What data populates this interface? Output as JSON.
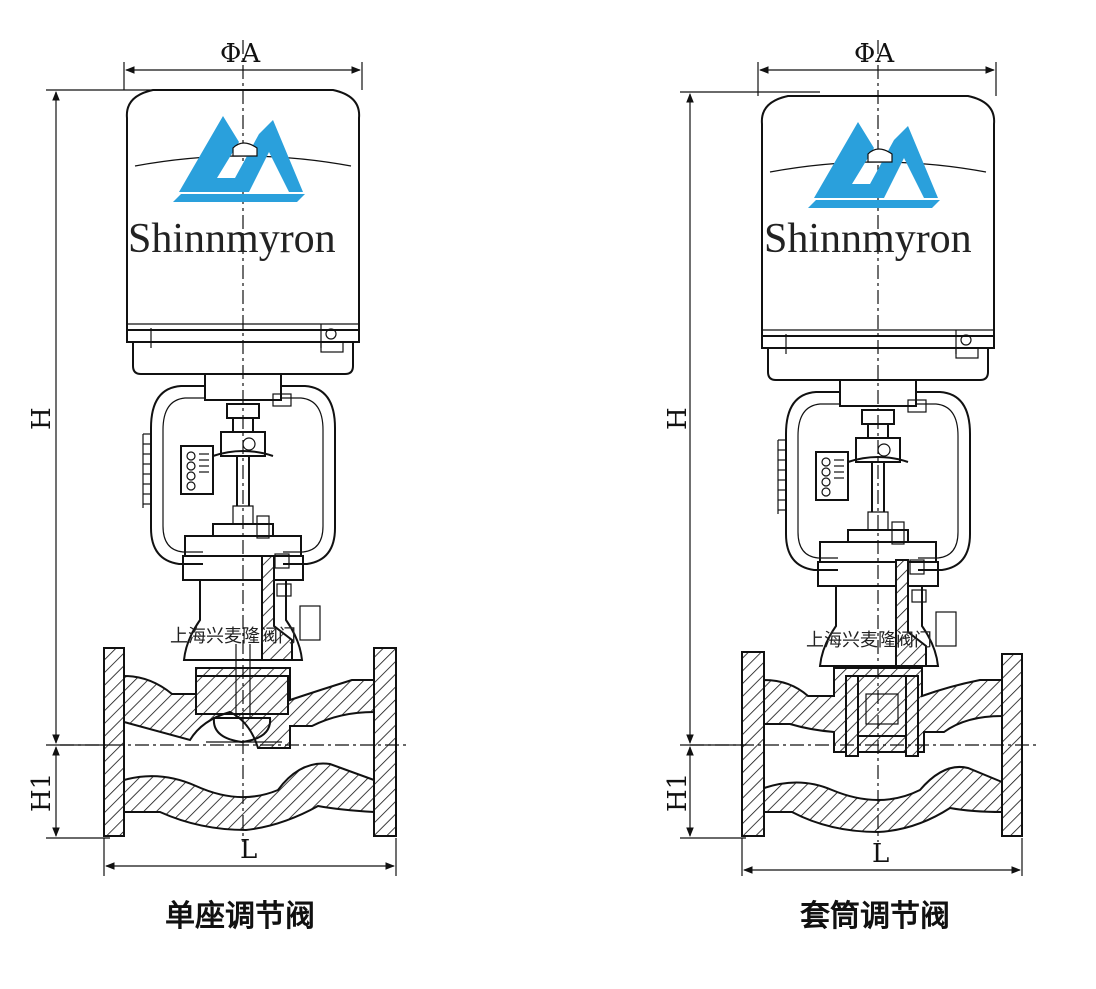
{
  "brand_text": "Shinnmyron",
  "colors": {
    "logo_blue": "#2aa0dc",
    "line": "#111111"
  },
  "watermark": "上海兴麦隆阀门",
  "valves": [
    {
      "caption": "单座调节阀",
      "dims": {
        "phi_a": "ΦA",
        "h": "H",
        "h1": "H1",
        "l": "L"
      }
    },
    {
      "caption": "套筒调节阀",
      "dims": {
        "phi_a": "ΦA",
        "h": "H",
        "h1": "H1",
        "l": "L"
      }
    }
  ]
}
